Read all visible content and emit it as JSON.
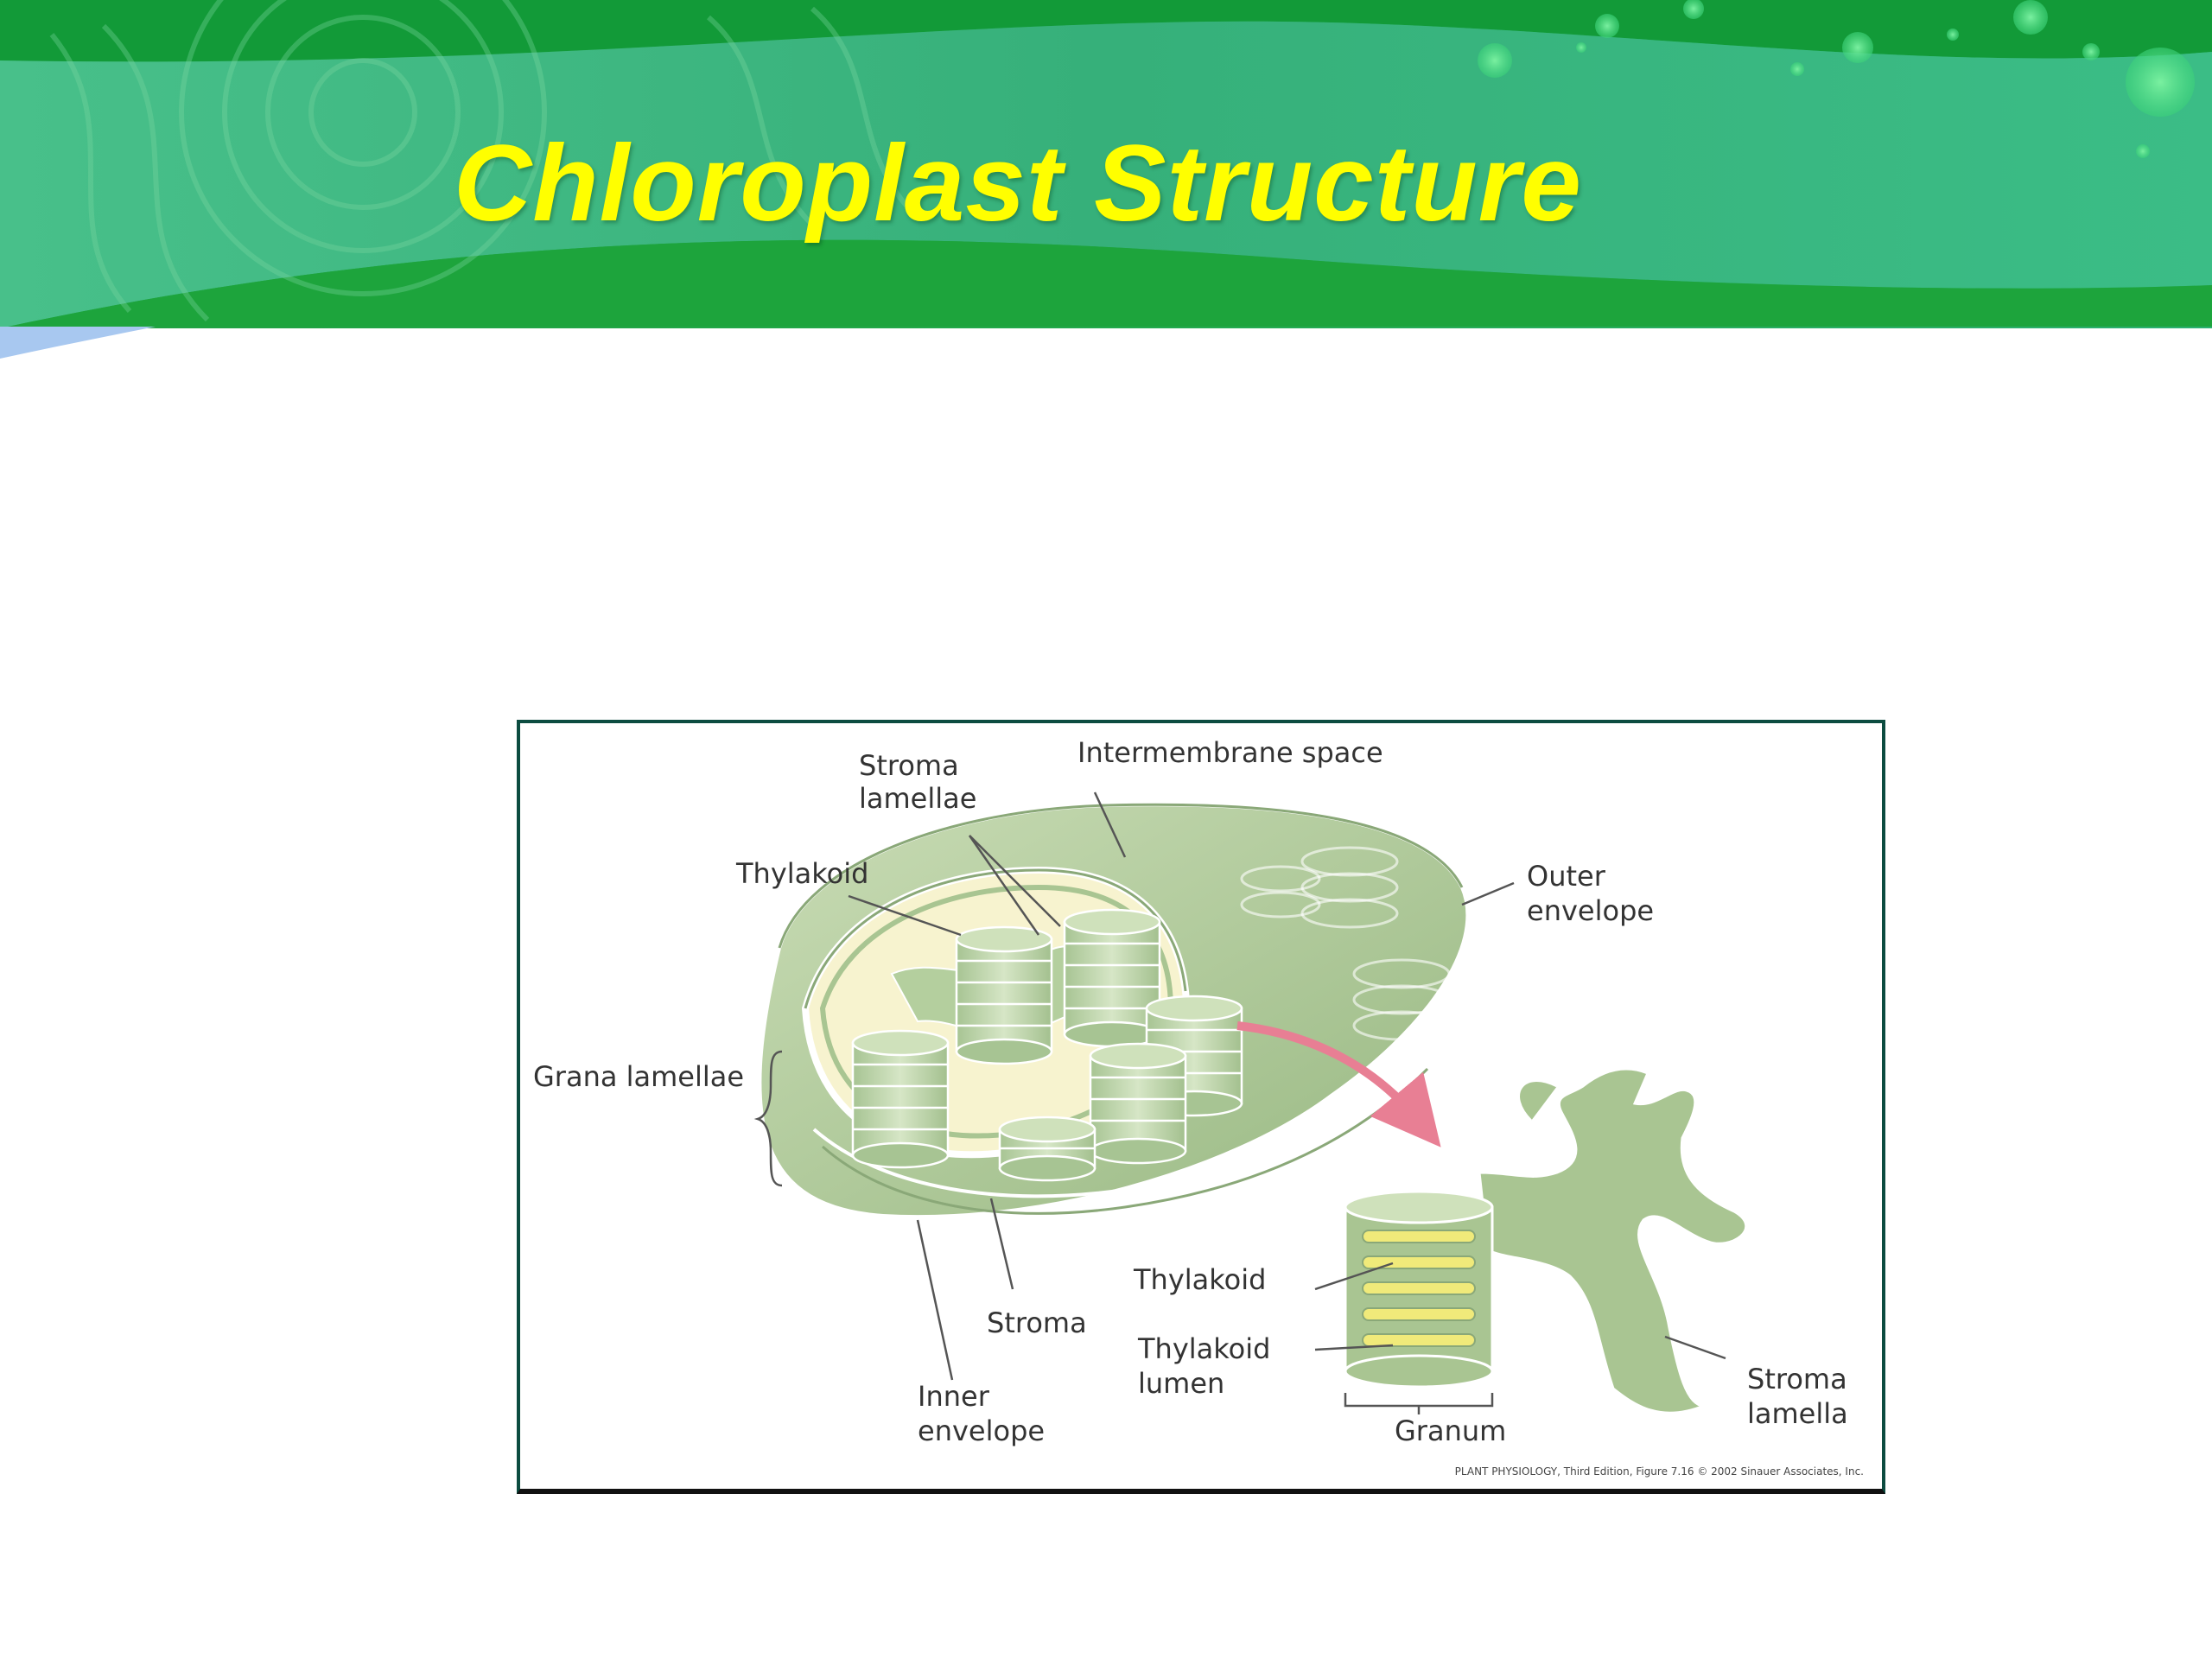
{
  "slide": {
    "title": "Chloroplast Structure"
  },
  "colors": {
    "title": "#ffff00",
    "banner_dark": "#16a43a",
    "banner_light": "#3fb98a",
    "membrane": "#a9c592",
    "stroma": "#f7f3cf",
    "lumen": "#f0ea7a",
    "arrow": "#e87f94"
  },
  "figure": {
    "labels": {
      "stroma_lamellae": [
        "Stroma",
        "lamellae"
      ],
      "intermembrane_space": "Intermembrane space",
      "thylakoid_top": "Thylakoid",
      "outer_envelope": [
        "Outer",
        "envelope"
      ],
      "grana_lamellae": "Grana lamellae",
      "thylakoid_inset": "Thylakoid",
      "stroma": "Stroma",
      "thylakoid_lumen": [
        "Thylakoid",
        "lumen"
      ],
      "inner_envelope": [
        "Inner",
        "envelope"
      ],
      "granum": "Granum",
      "stroma_lamella": [
        "Stroma",
        "lamella"
      ]
    },
    "credit": "PLANT PHYSIOLOGY, Third Edition, Figure 7.16 © 2002 Sinauer Associates, Inc."
  }
}
